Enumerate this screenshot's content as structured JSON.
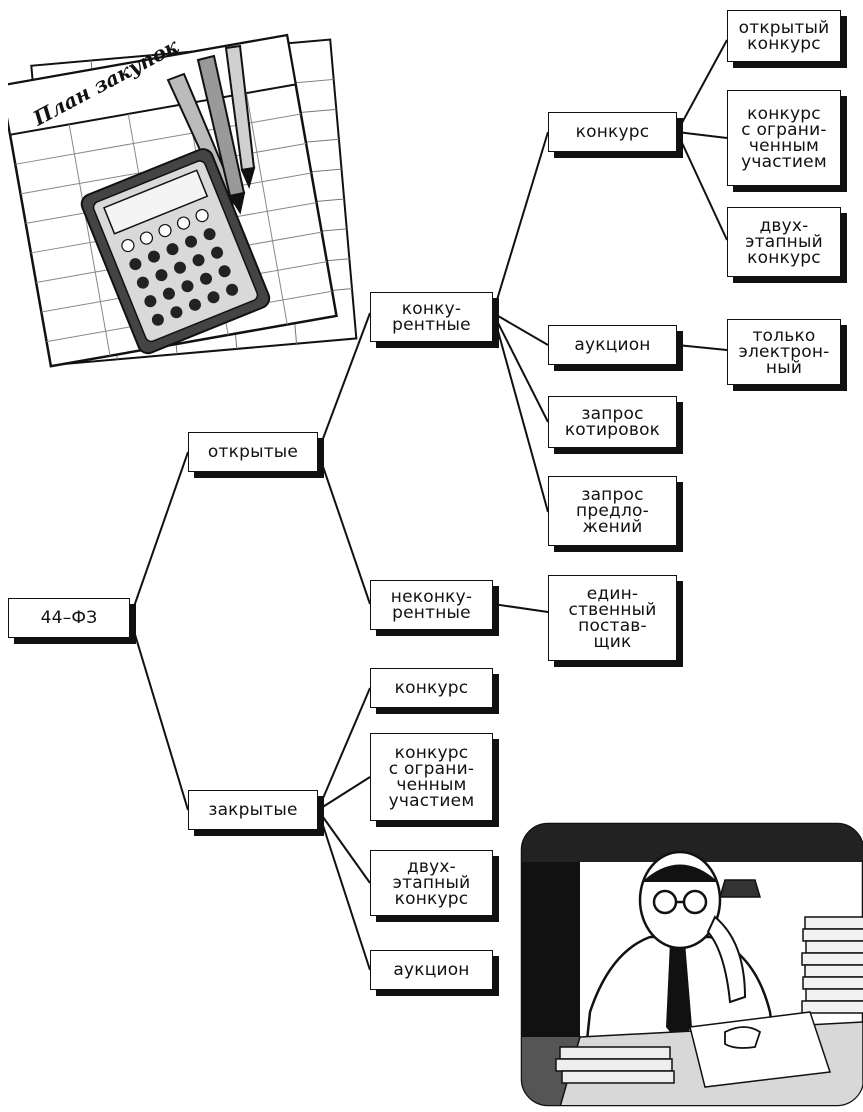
{
  "root": "44–ФЗ",
  "level1": {
    "open": "открытые",
    "closed": "закрытые"
  },
  "open": {
    "competitive": "конку-\nрентные",
    "noncompetitive": "неконку-\nрентные",
    "competitive_children": {
      "contest": "конкурс",
      "auction": "аукцион",
      "quotes": "запрос\nкотировок",
      "proposals": "запрос\nпредло-\nжений"
    },
    "contest_children": {
      "open_contest": "открытый\nконкурс",
      "limited_contest": "конкурс\nс ограни-\nченным\nучастием",
      "two_stage_contest": "двух-\nэтапный\nконкурс"
    },
    "auction_child": "только\nэлектрон-\nный",
    "noncompetitive_child": "един-\nственный\nпостав-\nщик"
  },
  "closed": {
    "contest": "конкурс",
    "limited_contest": "конкурс\nс ограни-\nченным\nучастием",
    "two_stage_contest": "двух-\nэтапный\nконкурс",
    "auction": "аукцион"
  },
  "illustration": {
    "plan_title": "План закупок"
  }
}
